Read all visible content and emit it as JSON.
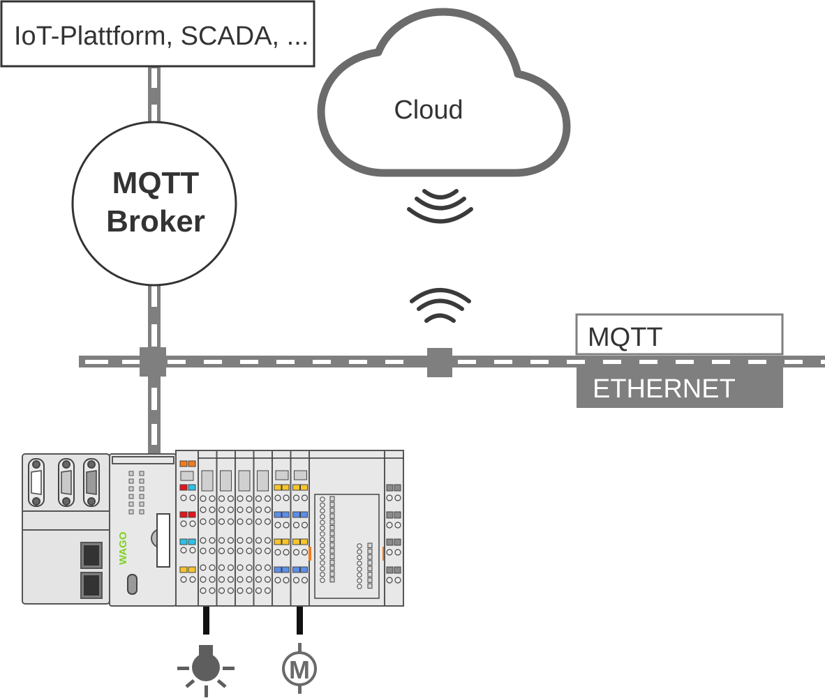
{
  "diagram": {
    "title": "MQTT communication architecture",
    "nodes": {
      "iot_platform": {
        "label": "IoT-Plattform, SCADA, ..."
      },
      "broker": {
        "line1": "MQTT",
        "line2": "Broker"
      },
      "cloud": {
        "label": "Cloud"
      },
      "protocol_stack": {
        "top": "MQTT",
        "bottom": "ETHERNET"
      },
      "controller": {
        "brand": "WAGO"
      },
      "lamp": {
        "label": "lamp-actuator"
      },
      "motor": {
        "label": "M"
      }
    },
    "connections": [
      {
        "from": "iot_platform",
        "to": "broker",
        "type": "ethernet-cable"
      },
      {
        "from": "broker",
        "to": "ethernet-bus",
        "type": "ethernet-cable"
      },
      {
        "from": "ethernet-bus",
        "to": "controller",
        "type": "ethernet-cable"
      },
      {
        "from": "ethernet-bus",
        "to": "cloud",
        "type": "wireless"
      },
      {
        "from": "controller",
        "to": "lamp",
        "type": "wire"
      },
      {
        "from": "controller",
        "to": "motor",
        "type": "wire"
      }
    ],
    "icons": [
      "wifi-icon",
      "wifi-icon",
      "lamp-icon",
      "motor-icon",
      "rj45-port-icon",
      "dsub-port-icon"
    ],
    "colors": {
      "cable": "#7f7f7f",
      "outline": "#333333",
      "cloud_stroke": "#6b6b6b",
      "wago_green": "#7ed321",
      "module_bg": "#e8e8e8",
      "led_orange": "#f07c1d",
      "led_red": "#e3141b",
      "led_cyan": "#2cc2e8",
      "led_yellow": "#f7c52a",
      "led_blue": "#5b8ee8"
    }
  }
}
